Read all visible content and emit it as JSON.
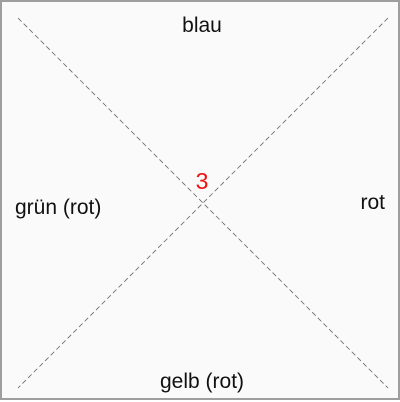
{
  "labels": {
    "top": "blau",
    "left": "grün (rot)",
    "right": "rot",
    "bottom": "gelb (rot)"
  },
  "center_number": "3",
  "colors": {
    "background": "#fafafa",
    "border": "#9e9e9e",
    "diagonal_lines": "#666666",
    "text": "#111111",
    "center_number": "#ee1111"
  }
}
